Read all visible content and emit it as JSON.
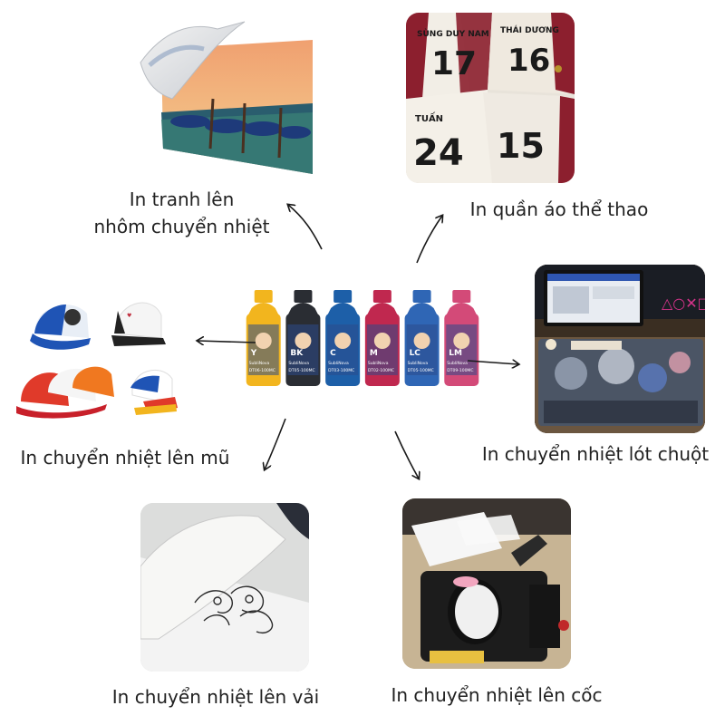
{
  "labels": {
    "aluminum_line1": "In tranh lên",
    "aluminum_line2": "nhôm chuyển nhiệt",
    "sportswear": "In quần áo thể thao",
    "hat": "In chuyển nhiệt lên mũ",
    "mousepad": "In chuyển nhiệt lót chuột",
    "fabric": "In chuyển nhiệt lên vải",
    "mug": "In chuyển nhiệt lên cốc"
  },
  "jerseys": {
    "name1": "SÙNG DUY NAM",
    "num1": "17",
    "name2": "THÁI DƯƠNG",
    "num2": "16",
    "name3": "TUẤN",
    "num3": "24",
    "num4": "15"
  },
  "ink_bottles": [
    {
      "code": "Y",
      "color": "#f2b51e",
      "sku": "DT06-100MC"
    },
    {
      "code": "BK",
      "color": "#2a2d33",
      "sku": "DT05-100MC"
    },
    {
      "code": "C",
      "color": "#1d5fa8",
      "sku": "DT03-100MC"
    },
    {
      "code": "M",
      "color": "#c0284f",
      "sku": "DT02-100MC"
    },
    {
      "code": "LC",
      "color": "#2f66b5",
      "sku": "DT05-100MC"
    },
    {
      "code": "LM",
      "color": "#d34a78",
      "sku": "DT09-100MC"
    }
  ],
  "brand": "SubliNova",
  "colors": {
    "text": "#222222",
    "arrow": "#1a1a1a"
  }
}
